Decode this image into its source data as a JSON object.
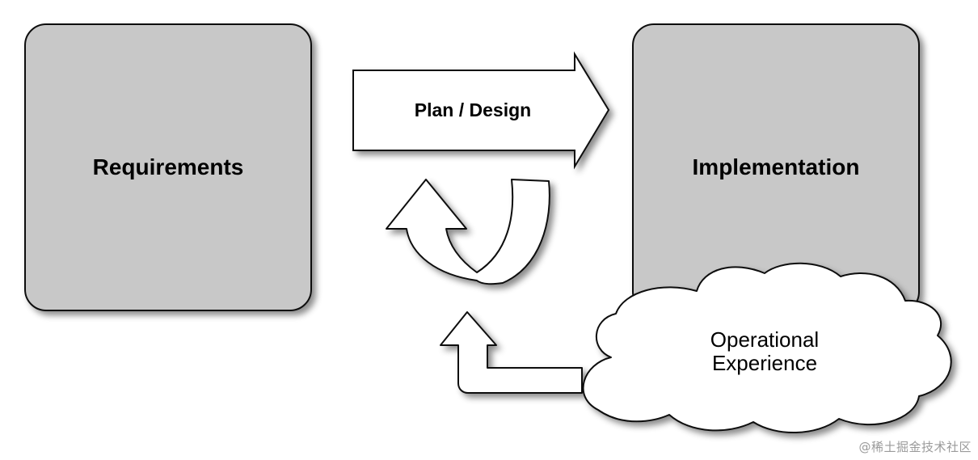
{
  "requirements_box": {
    "label": "Requirements"
  },
  "implementation_box": {
    "label": "Implementation"
  },
  "plan_design_arrow": {
    "label": "Plan / Design"
  },
  "operational_experience_cloud": {
    "line1": "Operational",
    "line2": "Experience"
  },
  "watermark": {
    "text": "@稀土掘金技术社区"
  },
  "colors": {
    "box_fill": "#c8c8c8",
    "box_stroke": "#111111",
    "shape_fill": "#ffffff",
    "shape_stroke": "#111111"
  }
}
